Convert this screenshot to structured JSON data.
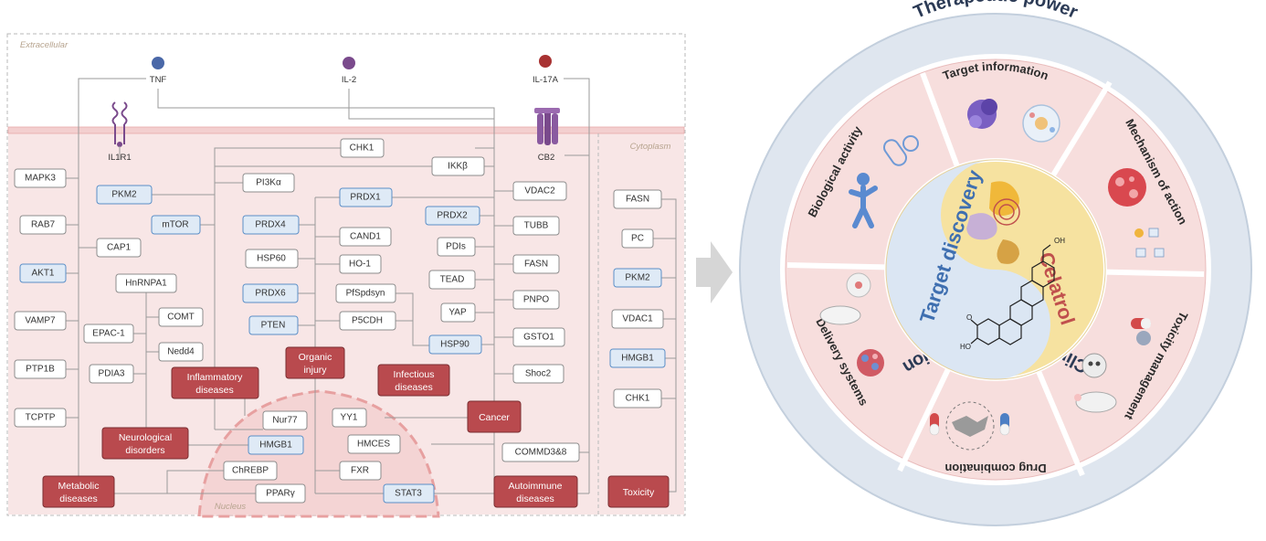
{
  "membrane": {
    "extracellular": "Extracellular",
    "cytoplasm": "Cytoplasm",
    "nucleus": "Nucleus"
  },
  "ligands": [
    {
      "label": "TNF",
      "color": "#4a68a8"
    },
    {
      "label": "IL-2",
      "color": "#7a4a8c"
    },
    {
      "label": "IL-17A",
      "color": "#a83232"
    }
  ],
  "receptors": {
    "il1r1": "IL1R1",
    "cb2": "CB2"
  },
  "nodes": {
    "MAPK3": "MAPK3",
    "RAB7": "RAB7",
    "AKT1": "AKT1",
    "VAMP7": "VAMP7",
    "PTP1B": "PTP1B",
    "TCPTP": "TCPTP",
    "PKM2": "PKM2",
    "CAP1": "CAP1",
    "mTOR": "mTOR",
    "HnRNPA1": "HnRNPA1",
    "COMT": "COMT",
    "EPAC1": "EPAC-1",
    "Nedd4": "Nedd4",
    "PDIA3": "PDIA3",
    "CHK1": "CHK1",
    "IKKb": "IKKβ",
    "PI3Ka": "PI3Kα",
    "PRDX1": "PRDX1",
    "PRDX4": "PRDX4",
    "PRDX2": "PRDX2",
    "CAND1": "CAND1",
    "HSP60": "HSP60",
    "HO1": "HO-1",
    "PDIs": "PDIs",
    "TEAD": "TEAD",
    "PRDX6": "PRDX6",
    "PfSpdsyn": "PfSpdsyn",
    "YAP": "YAP",
    "PTEN": "PTEN",
    "P5CDH": "P5CDH",
    "HSP90": "HSP90",
    "VDAC2": "VDAC2",
    "TUBB": "TUBB",
    "FASN": "FASN",
    "PNPO": "PNPO",
    "GSTO1": "GSTO1",
    "Shoc2": "Shoc2",
    "Nur77": "Nur77",
    "YY1": "YY1",
    "HMGB1": "HMGB1",
    "HMCES": "HMCES",
    "COMMD38": "COMMD3&8",
    "ChREBP": "ChREBP",
    "FXR": "FXR",
    "PPARg": "PPARγ",
    "STAT3": "STAT3",
    "tox_FASN": "FASN",
    "tox_PC": "PC",
    "tox_PKM2": "PKM2",
    "tox_VDAC1": "VDAC1",
    "tox_HMGB1": "HMGB1",
    "tox_CHK1": "CHK1"
  },
  "diseases": {
    "inflammatory": [
      "Inflammatory",
      "diseases"
    ],
    "organic": [
      "Organic",
      "injury"
    ],
    "infectious": [
      "Infectious",
      "diseases"
    ],
    "neurological": [
      "Neurological",
      "disorders"
    ],
    "cancer": [
      "Cancer"
    ],
    "metabolic": [
      "Metabolic",
      "diseases"
    ],
    "autoimmune": [
      "Autoimmune",
      "diseases"
    ],
    "toxicity": [
      "Toxicity"
    ]
  },
  "wheel": {
    "top_title": "Therapeutic power",
    "bottom_title": "Clinical transformation",
    "sectors": {
      "target_information": "Target information",
      "mechanism_of_action": "Mechanism of action",
      "toxicity_management": "Toxicity management",
      "drug_combination": "Drug combination",
      "delivery_systems": "Delivery systems",
      "biological_activity": "Biological activity"
    },
    "center_left": "Target discovery",
    "center_right": "Celatrol",
    "molecule_label_oh": "OH",
    "molecule_label_o": "O",
    "molecule_label_ho": "HO",
    "colors": {
      "navy": "#2b3a55",
      "blue": "#3f6fb0",
      "red": "#c0504d",
      "yellow": "#f6e2a0",
      "pink": "#f7dedd"
    }
  }
}
